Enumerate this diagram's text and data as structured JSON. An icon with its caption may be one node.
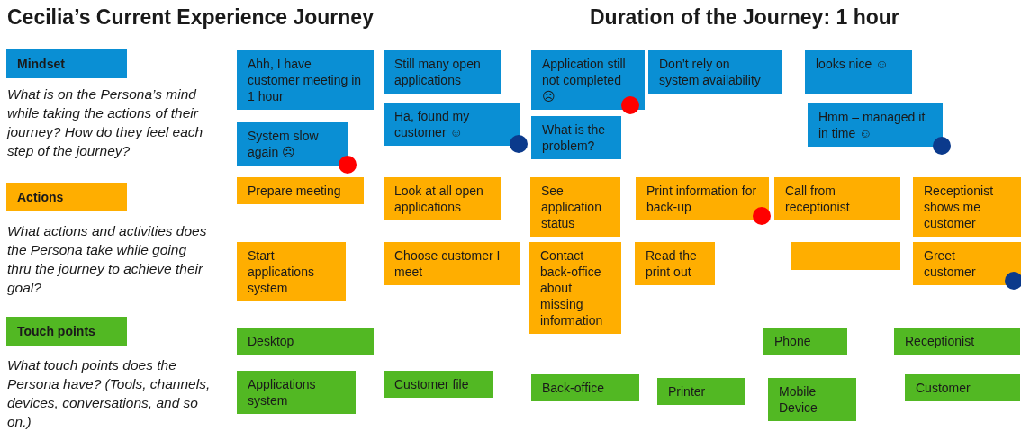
{
  "diagram": {
    "title": "Cecilia’s Current Experience Journey",
    "nodes": [
      {
        "text": [
          "Mindset"
        ]
      },
      {
        "text": [
          "Actions"
        ]
      },
      {
        "text": [
          "Touch points"
        ]
      },
      {
        "text": [
          "Ahh, I have customer meeting in 1 hour"
        ]
      },
      {
        "text": [
          "System slow again ☹"
        ]
      },
      {
        "text": [
          "Still many open applications"
        ]
      },
      {
        "text": [
          "Ha, found my customer ☺"
        ]
      },
      {
        "text": [
          "Application still not completed ☹"
        ]
      },
      {
        "text": [
          "What is the problem?"
        ]
      },
      {
        "text": [
          "Don’t rely on system availability"
        ]
      },
      {
        "text": [
          "looks nice ☺"
        ]
      },
      {
        "text": [
          "Hmm – managed it in time ☺"
        ]
      },
      {
        "text": [
          "Prepare meeting"
        ]
      },
      {
        "text": [
          "Look at all open applications"
        ]
      },
      {
        "text": [
          "See application status"
        ]
      },
      {
        "text": [
          "Print information for back-up"
        ]
      },
      {
        "text": [
          "Call from receptionist"
        ]
      },
      {
        "text": [
          "Receptionist shows me customer"
        ]
      },
      {
        "text": [
          "Start applications system"
        ]
      },
      {
        "text": [
          "Choose customer I meet"
        ]
      },
      {
        "text": [
          "Contact back-office about missing information"
        ]
      },
      {
        "text": [
          "Read the print out"
        ]
      },
      {
        "text": [],
        "shape": "box"
      },
      {
        "text": [
          "Greet customer"
        ]
      },
      {
        "text": [
          "Desktop"
        ]
      },
      {
        "text": [
          "Phone"
        ]
      },
      {
        "text": [
          "Receptionist"
        ]
      },
      {
        "text": [
          "Applications system"
        ]
      },
      {
        "text": [
          "Customer file"
        ]
      },
      {
        "text": [
          "Back-office"
        ]
      },
      {
        "text": [
          "Printer"
        ]
      },
      {
        "text": [
          "Mobile Device"
        ]
      },
      {
        "text": [
          "Customer"
        ]
      }
    ],
    "edges": [],
    "labels": [
      "Duration of the Journey: 1 hour",
      "What is on the Persona’s mind while taking the actions of their journey? How do they feel each step of the journey?",
      "What actions and activities does the Persona take while going thru the journey to achieve their goal?",
      "What touch points does the Persona have? (Tools, channels, devices, conversations, and so on.)"
    ]
  }
}
